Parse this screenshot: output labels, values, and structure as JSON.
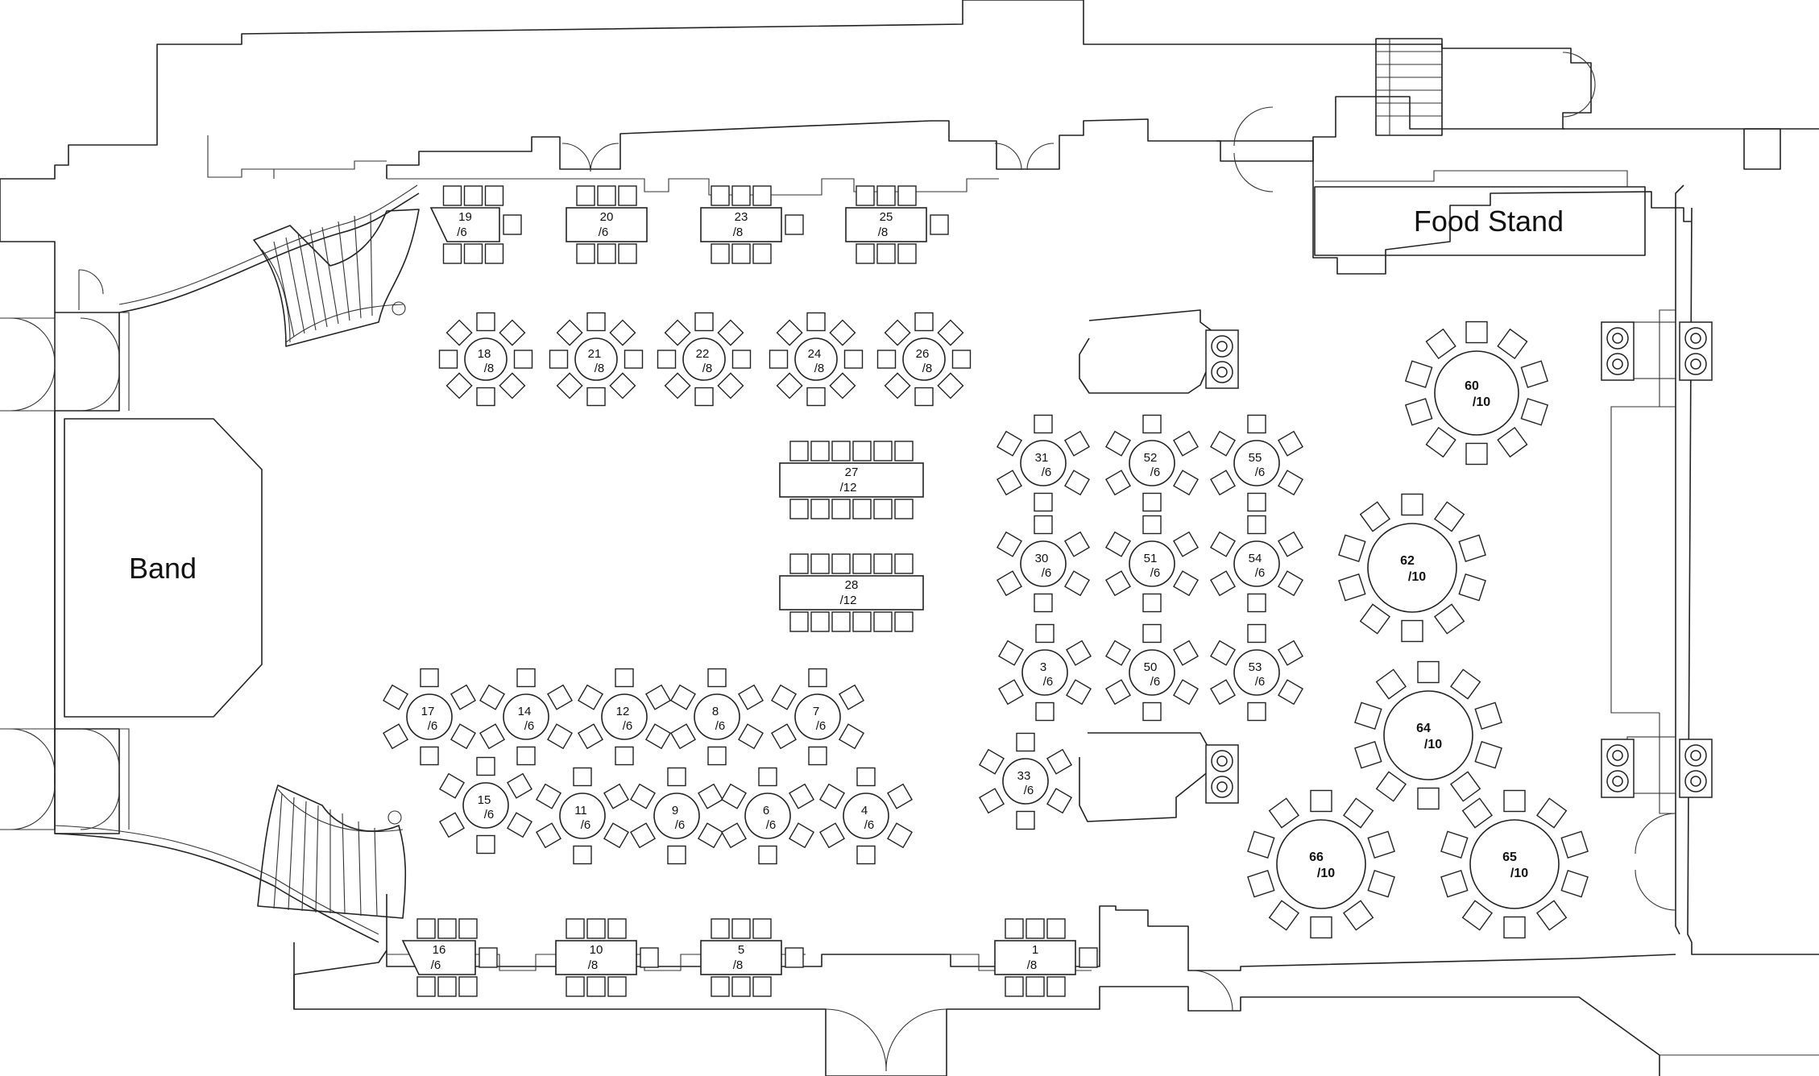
{
  "areas": {
    "band": "Band",
    "food_stand": "Food Stand"
  },
  "round_tables": [
    {
      "id": "18",
      "cap": "/8",
      "seats": 8
    },
    {
      "id": "21",
      "cap": "/8",
      "seats": 8
    },
    {
      "id": "22",
      "cap": "/8",
      "seats": 8
    },
    {
      "id": "24",
      "cap": "/8",
      "seats": 8
    },
    {
      "id": "26",
      "cap": "/8",
      "seats": 8
    },
    {
      "id": "31",
      "cap": "/6",
      "seats": 6
    },
    {
      "id": "52",
      "cap": "/6",
      "seats": 6
    },
    {
      "id": "55",
      "cap": "/6",
      "seats": 6
    },
    {
      "id": "30",
      "cap": "/6",
      "seats": 6
    },
    {
      "id": "51",
      "cap": "/6",
      "seats": 6
    },
    {
      "id": "54",
      "cap": "/6",
      "seats": 6
    },
    {
      "id": "3",
      "cap": "/6",
      "seats": 6
    },
    {
      "id": "50",
      "cap": "/6",
      "seats": 6
    },
    {
      "id": "53",
      "cap": "/6",
      "seats": 6
    },
    {
      "id": "33",
      "cap": "/6",
      "seats": 6
    },
    {
      "id": "17",
      "cap": "/6",
      "seats": 6
    },
    {
      "id": "14",
      "cap": "/6",
      "seats": 6
    },
    {
      "id": "12",
      "cap": "/6",
      "seats": 6
    },
    {
      "id": "8",
      "cap": "/6",
      "seats": 6
    },
    {
      "id": "7",
      "cap": "/6",
      "seats": 6
    },
    {
      "id": "15",
      "cap": "/6",
      "seats": 6
    },
    {
      "id": "11",
      "cap": "/6",
      "seats": 6
    },
    {
      "id": "9",
      "cap": "/6",
      "seats": 6
    },
    {
      "id": "6",
      "cap": "/6",
      "seats": 6
    },
    {
      "id": "4",
      "cap": "/6",
      "seats": 6
    },
    {
      "id": "60",
      "cap": "/10",
      "seats": 10
    },
    {
      "id": "62",
      "cap": "/10",
      "seats": 10
    },
    {
      "id": "64",
      "cap": "/10",
      "seats": 10
    },
    {
      "id": "66",
      "cap": "/10",
      "seats": 10
    },
    {
      "id": "65",
      "cap": "/10",
      "seats": 10
    }
  ],
  "rect_tables": [
    {
      "id": "19",
      "cap": "/6"
    },
    {
      "id": "20",
      "cap": "/6"
    },
    {
      "id": "23",
      "cap": "/8"
    },
    {
      "id": "25",
      "cap": "/8"
    },
    {
      "id": "27",
      "cap": "/12"
    },
    {
      "id": "28",
      "cap": "/12"
    },
    {
      "id": "16",
      "cap": "/6"
    },
    {
      "id": "10",
      "cap": "/8"
    },
    {
      "id": "5",
      "cap": "/8"
    },
    {
      "id": "1",
      "cap": "/8"
    }
  ]
}
